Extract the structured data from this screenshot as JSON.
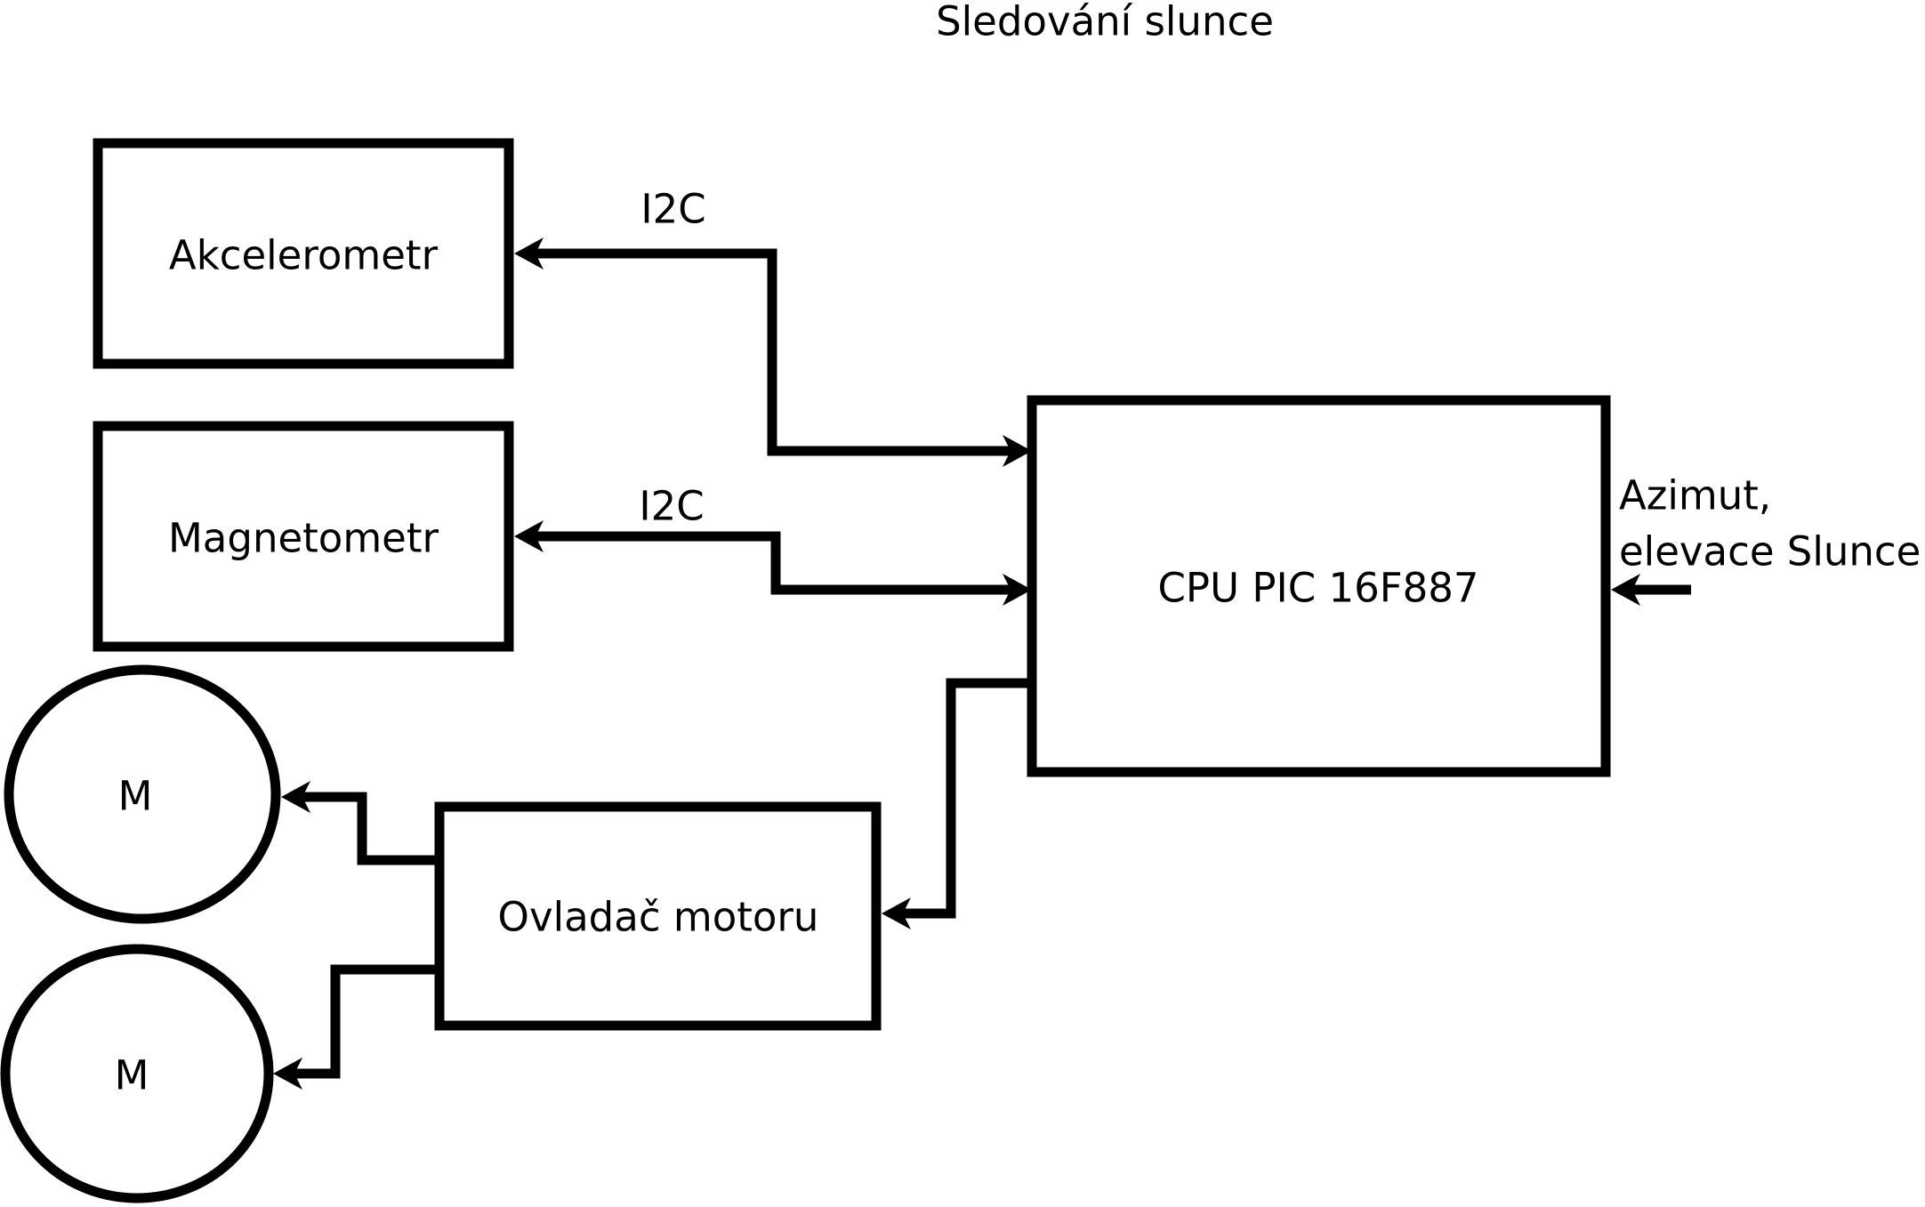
{
  "title": "Sledování slunce",
  "nodes": {
    "akcelerometr": {
      "label": "Akcelerometr",
      "shape": "rect"
    },
    "magnetometr": {
      "label": "Magnetometr",
      "shape": "rect"
    },
    "cpu": {
      "label": "CPU PIC 16F887",
      "shape": "rect"
    },
    "ovladac_motoru": {
      "label": "Ovladač motoru",
      "shape": "rect"
    },
    "motor_1": {
      "label": "M",
      "shape": "ellipse"
    },
    "motor_2": {
      "label": "M",
      "shape": "ellipse"
    }
  },
  "edge_labels": {
    "i2c_akcelerometr": "I2C",
    "i2c_magnetometr": "I2C",
    "azimut_line1": "Azimut,",
    "azimut_line2": "elevace Slunce"
  },
  "edges": [
    {
      "from": "cpu",
      "to": "akcelerometr",
      "label": "I2C",
      "arrows": "both"
    },
    {
      "from": "cpu",
      "to": "magnetometr",
      "label": "I2C",
      "arrows": "both"
    },
    {
      "from": "cpu",
      "to": "ovladac_motoru",
      "label": "",
      "arrows": "end"
    },
    {
      "from": "ovladac_motoru",
      "to": "motor_1",
      "label": "",
      "arrows": "end"
    },
    {
      "from": "ovladac_motoru",
      "to": "motor_2",
      "label": "",
      "arrows": "end"
    },
    {
      "from": "external_input",
      "to": "cpu",
      "label": "Azimut, elevace Slunce",
      "arrows": "end"
    }
  ],
  "colors": {
    "stroke": "#000000",
    "fill": "#ffffff",
    "background": "#ffffff"
  }
}
